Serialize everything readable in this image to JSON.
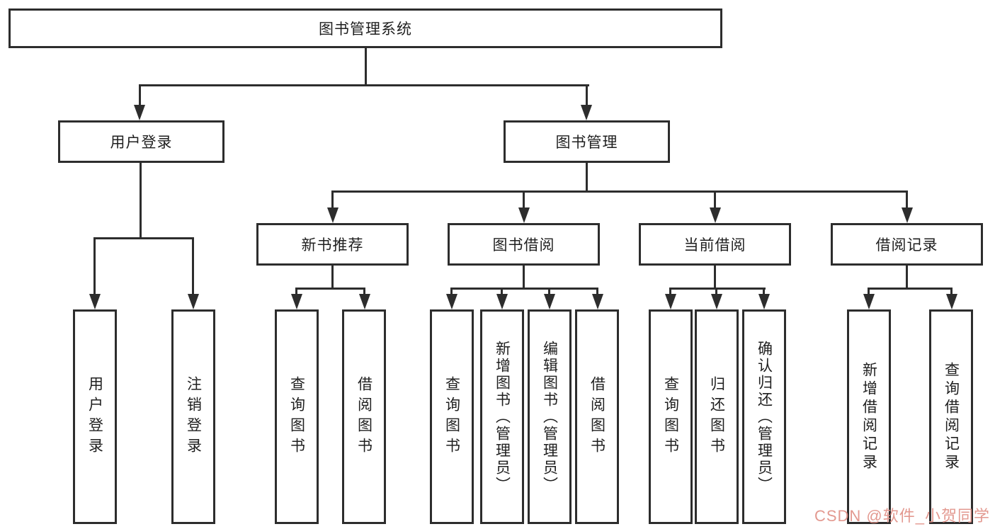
{
  "diagram": {
    "type": "tree",
    "root": {
      "label": "图书管理系统",
      "children": [
        {
          "label": "用户登录",
          "children": [
            {
              "label": "用户登录"
            },
            {
              "label": "注销登录"
            }
          ]
        },
        {
          "label": "图书管理",
          "children": [
            {
              "label": "新书推荐",
              "children": [
                {
                  "label": "查询图书"
                },
                {
                  "label": "借阅图书"
                }
              ]
            },
            {
              "label": "图书借阅",
              "children": [
                {
                  "label": "查询图书"
                },
                {
                  "label": "新增图书（管理员）"
                },
                {
                  "label": "编辑图书（管理员）"
                },
                {
                  "label": "借阅图书"
                }
              ]
            },
            {
              "label": "当前借阅",
              "children": [
                {
                  "label": "查询图书"
                },
                {
                  "label": "归还图书"
                },
                {
                  "label": "确认归还（管理员）"
                }
              ]
            },
            {
              "label": "借阅记录",
              "children": [
                {
                  "label": "新增借阅记录"
                },
                {
                  "label": "查询借阅记录"
                }
              ]
            }
          ]
        }
      ]
    },
    "colors": {
      "line": "#2d2d2d",
      "box_background": "#ffffff",
      "text": "#1f1f1f",
      "watermark": "#e08e84"
    }
  },
  "watermark": {
    "text": "CSDN @软件_小贺同学"
  }
}
